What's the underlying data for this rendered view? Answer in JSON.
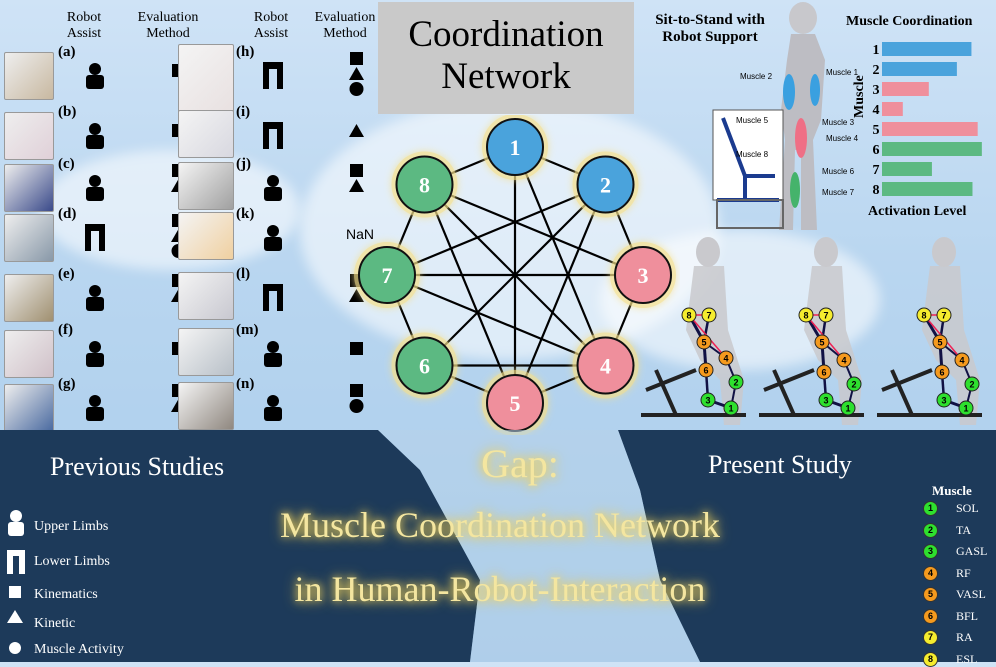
{
  "headers": {
    "robot_assist": "Robot Assist",
    "evaluation_method": "Evaluation Method"
  },
  "studies_left": [
    {
      "label": "(a)",
      "assist": "upper",
      "eval": [
        "square"
      ]
    },
    {
      "label": "(b)",
      "assist": "upper",
      "eval": [
        "square"
      ]
    },
    {
      "label": "(c)",
      "assist": "upper",
      "eval": [
        "square",
        "triangle"
      ]
    },
    {
      "label": "(d)",
      "assist": "lower",
      "eval": [
        "square",
        "triangle",
        "circle"
      ]
    },
    {
      "label": "(e)",
      "assist": "upper",
      "eval": [
        "square",
        "triangle"
      ]
    },
    {
      "label": "(f)",
      "assist": "upper",
      "eval": [
        "square"
      ]
    },
    {
      "label": "(g)",
      "assist": "upper",
      "eval": [
        "square",
        "triangle"
      ]
    }
  ],
  "studies_right": [
    {
      "label": "(h)",
      "assist": "lower",
      "eval": [
        "square",
        "triangle",
        "circle"
      ]
    },
    {
      "label": "(i)",
      "assist": "lower",
      "eval": [
        "triangle"
      ]
    },
    {
      "label": "(j)",
      "assist": "upper",
      "eval": [
        "square",
        "triangle"
      ]
    },
    {
      "label": "(k)",
      "assist": "upper",
      "eval": [],
      "eval_text": "NaN"
    },
    {
      "label": "(l)",
      "assist": "lower",
      "eval": [
        "square",
        "triangle"
      ]
    },
    {
      "label": "(m)",
      "assist": "upper",
      "eval": [
        "square"
      ]
    },
    {
      "label": "(n)",
      "assist": "upper",
      "eval": [
        "square",
        "circle"
      ]
    }
  ],
  "network": {
    "title_line1": "Coordination",
    "title_line2": "Network",
    "nodes": [
      {
        "id": "1",
        "color": "#4aa3dc"
      },
      {
        "id": "2",
        "color": "#4aa3dc"
      },
      {
        "id": "3",
        "color": "#ef8f9c"
      },
      {
        "id": "4",
        "color": "#ef8f9c"
      },
      {
        "id": "5",
        "color": "#ef8f9c"
      },
      {
        "id": "6",
        "color": "#5cb982"
      },
      {
        "id": "7",
        "color": "#5cb982"
      },
      {
        "id": "8",
        "color": "#5cb982"
      }
    ]
  },
  "sit_to_stand": {
    "title_line1": "Sit-to-Stand with",
    "title_line2": "Robot Support",
    "muscle_labels": [
      "Muscle 1",
      "Muscle 2",
      "Muscle 3",
      "Muscle 4",
      "Muscle 5",
      "Muscle 6",
      "Muscle 7",
      "Muscle 8"
    ]
  },
  "chart_data": {
    "type": "bar",
    "title": "Muscle Coordination",
    "ylabel": "Muscle",
    "xlabel": "Activation Level",
    "categories": [
      "1",
      "2",
      "3",
      "4",
      "5",
      "6",
      "7",
      "8"
    ],
    "values": [
      0.86,
      0.72,
      0.45,
      0.2,
      0.92,
      0.96,
      0.48,
      0.87
    ],
    "colors": [
      "#4aa3dc",
      "#4aa3dc",
      "#ef8f9c",
      "#ef8f9c",
      "#ef8f9c",
      "#5cb982",
      "#5cb982",
      "#5cb982"
    ],
    "xlim": [
      0,
      1
    ]
  },
  "bottom": {
    "previous": "Previous Studies",
    "present": "Present Study",
    "gap_line1": "Gap:",
    "gap_line2": "Muscle Coordination Network",
    "gap_line3": "in Human-Robot-Interaction"
  },
  "legend": {
    "upper": "Upper Limbs",
    "lower": "Lower Limbs",
    "kinematics": "Kinematics",
    "kinetic": "Kinetic",
    "muscle": "Muscle Activity"
  },
  "muscles": {
    "title": "Muscle",
    "items": [
      {
        "n": "1",
        "name": "SOL",
        "color": "#2ee02e"
      },
      {
        "n": "2",
        "name": "TA",
        "color": "#2ee02e"
      },
      {
        "n": "3",
        "name": "GASL",
        "color": "#2ee02e"
      },
      {
        "n": "4",
        "name": "RF",
        "color": "#f59a1e"
      },
      {
        "n": "5",
        "name": "VASL",
        "color": "#f59a1e"
      },
      {
        "n": "6",
        "name": "BFL",
        "color": "#f59a1e"
      },
      {
        "n": "7",
        "name": "RA",
        "color": "#f5ec2e"
      },
      {
        "n": "8",
        "name": "ESL",
        "color": "#f5ec2e"
      }
    ]
  }
}
